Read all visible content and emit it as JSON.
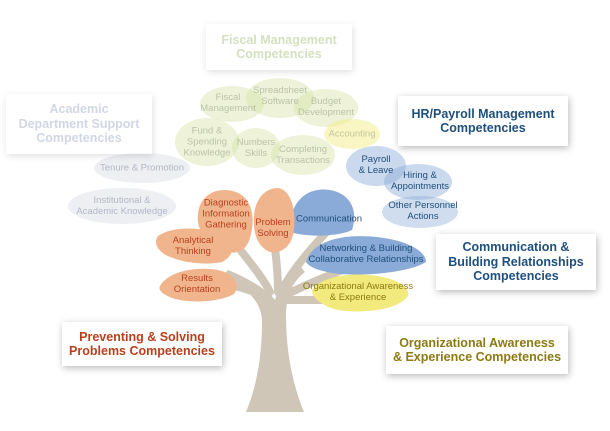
{
  "colors": {
    "fiscal": "#9fbe73",
    "academic": "#9aa7c4",
    "hr": "#1f4f7c",
    "communication": "#1f4f7c",
    "organizational": "#8c7a12",
    "preventing": "#b8401d",
    "trunk": "#cfc6b7",
    "leaf_orange": "#f1b58e",
    "leaf_blue": "#8aaad8",
    "leaf_yellow": "#f2ea7c",
    "leaf_green": "#d6e3a8",
    "leaf_grey": "#d8dbe5"
  },
  "boxes": {
    "fiscal": {
      "line1": "Fiscal Management",
      "line2": "Competencies"
    },
    "academic": {
      "line1": "Academic",
      "line2": "Department Support",
      "line3": "Competencies"
    },
    "hr": {
      "line1": "HR/Payroll Management",
      "line2": "Competencies"
    },
    "communication": {
      "line1": "Communication &",
      "line2": "Building Relationships",
      "line3": "Competencies"
    },
    "organizational": {
      "line1": "Organizational Awareness",
      "line2": "& Experience Competencies"
    },
    "preventing": {
      "line1": "Preventing & Solving",
      "line2": "Problems Competencies"
    }
  },
  "labels": {
    "spreadsheet_software": {
      "line1": "Spreadsheet",
      "line2": "Software"
    },
    "fiscal_management": {
      "line1": "Fiscal",
      "line2": "Management"
    },
    "budget_development": {
      "line1": "Budget",
      "line2": "Development"
    },
    "fund_spending": {
      "line1": "Fund &",
      "line2": "Spending",
      "line3": "Knowledge"
    },
    "numbers_skills": {
      "line1": "Numbers",
      "line2": "Skills"
    },
    "completing_transactions": {
      "line1": "Completing",
      "line2": "Transactions"
    },
    "accounting": {
      "line1": "Accounting"
    },
    "tenure_promotion": {
      "line1": "Tenure & Promotion"
    },
    "institutional_knowledge": {
      "line1": "Institutional &",
      "line2": "Academic Knowledge"
    },
    "payroll_leave": {
      "line1": "Payroll",
      "line2": "& Leave"
    },
    "hiring_appointments": {
      "line1": "Hiring &",
      "line2": "Appointments"
    },
    "other_personnel": {
      "line1": "Other Personnel",
      "line2": "Actions"
    },
    "communication": {
      "line1": "Communication"
    },
    "networking": {
      "line1": "Networking & Building",
      "line2": "Collaborative Relationships"
    },
    "org_awareness": {
      "line1": "Organizational Awareness",
      "line2": "& Experience"
    },
    "diagnostic": {
      "line1": "Diagnostic",
      "line2": "Information",
      "line3": "Gathering"
    },
    "problem_solving": {
      "line1": "Problem",
      "line2": "Solving"
    },
    "analytical": {
      "line1": "Analytical",
      "line2": "Thinking"
    },
    "results": {
      "line1": "Results",
      "line2": "Orientation"
    }
  }
}
